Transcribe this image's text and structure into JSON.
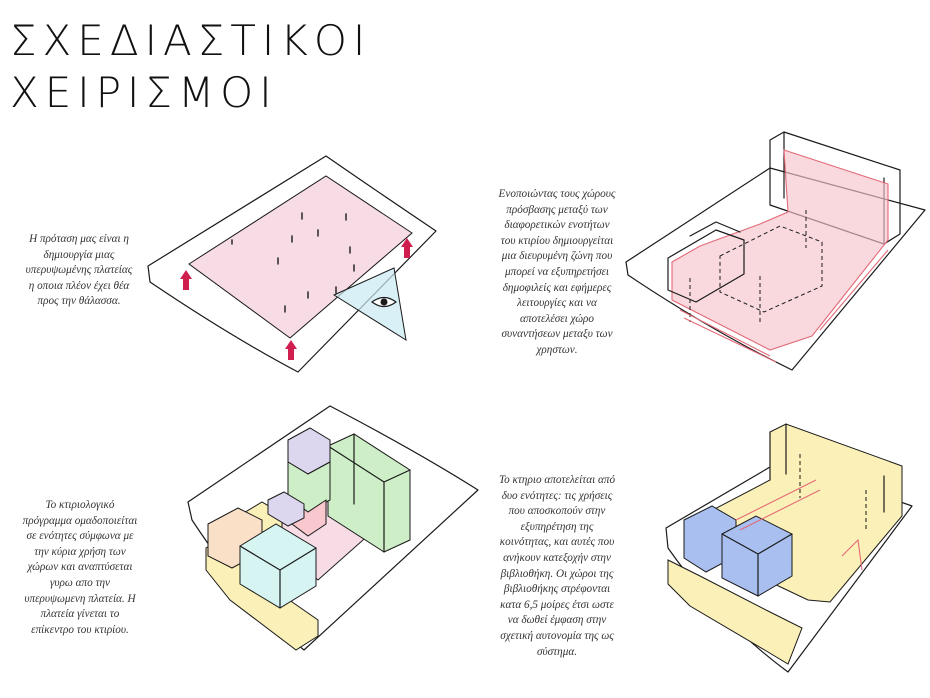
{
  "header": {
    "title_line1": "ΣΧΕΔΙΑΣΤΙΚΟΙ",
    "title_line2": "ΧΕΙΡΙΣΜΟΙ"
  },
  "captions": {
    "c1": "Η πρόταση μας είναι η\nδημιουργία μιας\nυπερυψωμένης πλατείας\nη οποια πλέον έχει θέα\nπρος την θάλασσα.",
    "c2": "Ενοποιώντας τους χώρους\nπρόσβασης μεταξύ των\nδιαφορετικών ενοτήτων\nτου κτιρίου δημιουργείται\nμια διευρυμένη ζώνη που\nμπορεί να εξυπηρετήσει\nδημοφιλείς και εφήμερες\nλειτουργίες και να\nαποτελέσει χώρο\nσυναντήσεων μεταξυ των\nχρηστων.",
    "c3": "Το κτιριολογικό\nπρόγραμμα ομαδοποιείται\nσε ενότητες σύμφωνα με\nτην κύρια χρήση των\nχώρων και αναπτύσεται\nγυρω απο την\nυπερυψωμενη πλατεία. Η\nπλατεία γίνεται το\nεπίκεντρο του κτιρίου.",
    "c4": "Το κτηριο αποτελείται από\nδυο ενότητες: τις χρήσεις\nπου αποσκοπούν στην\nεξυπηρέτηση της\nκοινότητας, και αυτές που\nανήκουν κατεξοχήν στην\nβιβλιοθήκη. Οι χώροι της\nβιβλιοθήκης στρέφονται\nκατα 6,5 μοίρες έτσι ωστε\nνα δωθεί έμφαση στην\nσχετική αυτονομία της ως\nσύστημα."
  },
  "colors": {
    "plaza_pink": "#f7dce6",
    "red_outline": "#e36a78",
    "arrow_red": "#d01f4f",
    "eye_blue": "#c8e9f2",
    "green": "#cdeec6",
    "lavender": "#dcd6ee",
    "peach": "#fbe0c8",
    "yellow": "#faf0b8",
    "cyan": "#d6f4f2",
    "blue": "#a8bff0"
  },
  "icons": [
    "up-arrow-icon",
    "eye-icon"
  ]
}
